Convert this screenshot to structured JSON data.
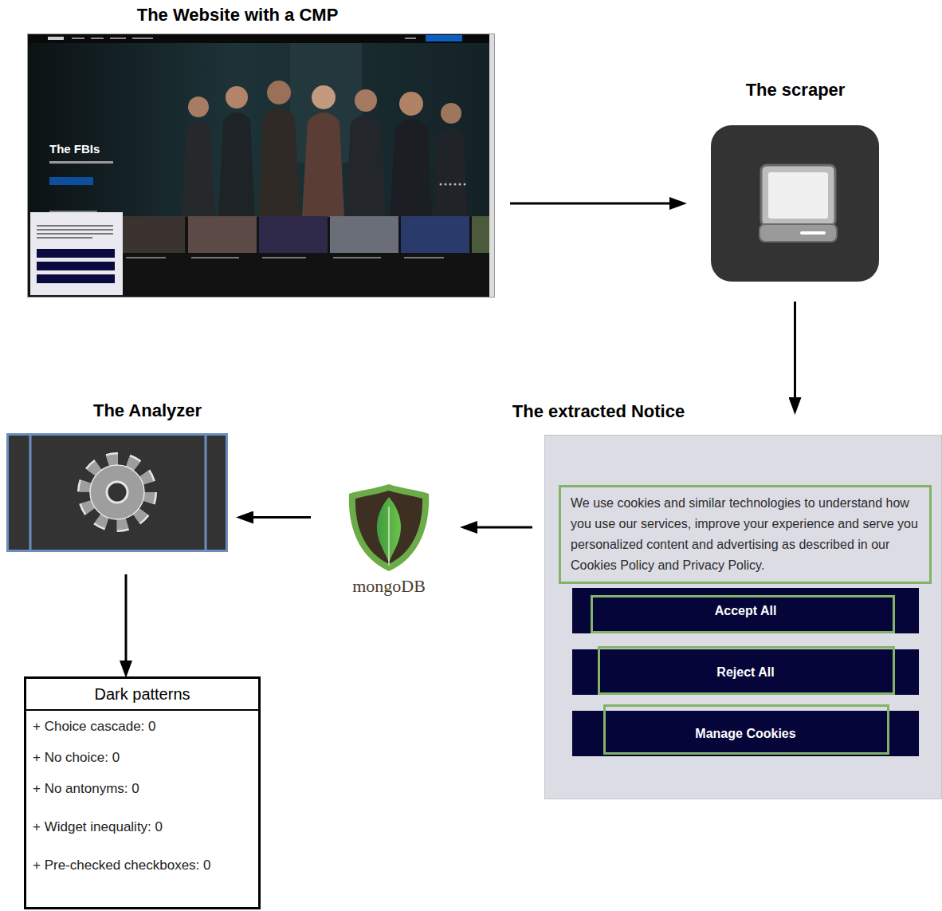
{
  "diagram": {
    "nodes": [
      {
        "text": [
          "The Website with a CMP"
        ]
      },
      {
        "text": [
          "The scraper"
        ]
      },
      {
        "text": [
          "The extracted Notice"
        ]
      },
      {
        "text": [
          "We use cookies and similar technologies to understand how you use our services, improve your experience and serve you personalized content and advertising as described in our Cookies Policy and Privacy Policy."
        ],
        "in": 2
      },
      {
        "text": [
          "Accept All"
        ],
        "in": 2
      },
      {
        "text": [
          "Reject All"
        ],
        "in": 2
      },
      {
        "text": [
          "Manage Cookies"
        ],
        "in": 2
      },
      {
        "text": [
          "mongoDB"
        ]
      },
      {
        "text": [
          "The Analyzer"
        ]
      },
      {
        "text": [
          "Dark patterns",
          "+ Choice cascade: 0",
          "+ No choice: 0",
          "+ No antonyms: 0",
          "+ Widget inequality: 0",
          "+ Pre-checked checkboxes: 0"
        ]
      }
    ],
    "edges": [
      {
        "from": 0,
        "to": 1,
        "arrow": "to"
      },
      {
        "from": 1,
        "to": 2,
        "arrow": "to"
      },
      {
        "from": 2,
        "to": 7,
        "arrow": "to"
      },
      {
        "from": 7,
        "to": 8,
        "arrow": "to"
      },
      {
        "from": 8,
        "to": 9,
        "arrow": "to"
      }
    ],
    "labels": [
      "The FBIs"
    ]
  }
}
